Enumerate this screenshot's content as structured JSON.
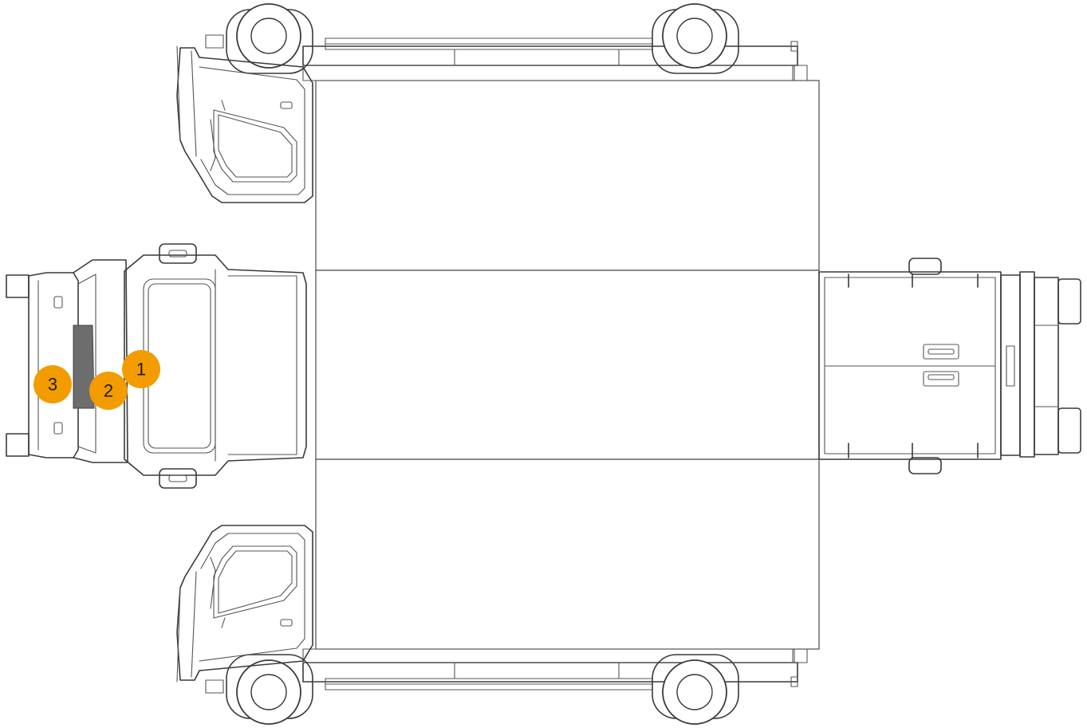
{
  "markers": [
    {
      "id": "1",
      "label": "1"
    },
    {
      "id": "2",
      "label": "2"
    },
    {
      "id": "3",
      "label": "3"
    }
  ],
  "colors": {
    "marker_fill": "#f39c00",
    "marker_text": "#1a1a1a",
    "line": "#3a3a3a",
    "background": "#ffffff"
  }
}
